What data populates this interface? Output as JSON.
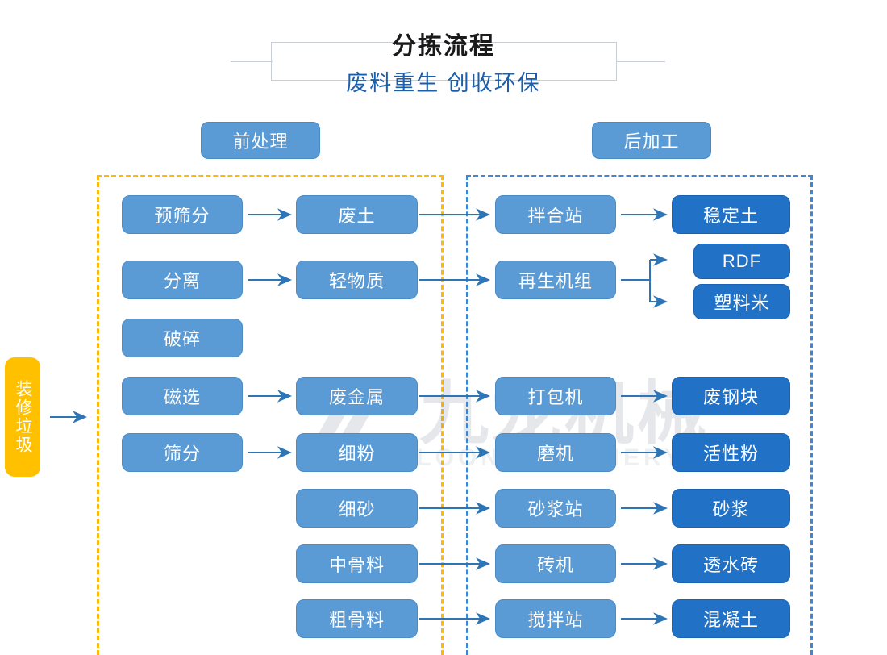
{
  "header": {
    "title": "分拣流程",
    "subtitle": "废料重生 创收环保"
  },
  "sections": {
    "pre_label": "前处理",
    "post_label": "后加工",
    "pre_border_color": "#ffb900",
    "post_border_color": "#3f87d4"
  },
  "input": {
    "label": "装修垃圾",
    "color": "#ffc000"
  },
  "watermark": {
    "cn": "九龙机械",
    "en": "KOWLOONMACHINERY"
  },
  "colors": {
    "stage_box": "#5b9bd5",
    "output_box": "#2171c7",
    "arrow": "#2e75b6",
    "title": "#1a1a1a",
    "subtitle": "#1b5fab"
  },
  "flow": {
    "rows": [
      {
        "stage": "预筛分",
        "mid": "废土",
        "machine": "拌合站",
        "output": "稳定土"
      },
      {
        "stage": "分离",
        "mid": "轻物质",
        "machine": "再生机组",
        "output": "RDF"
      },
      {
        "stage": "破碎",
        "mid": "",
        "machine": "",
        "output": "塑料米"
      },
      {
        "stage": "磁选",
        "mid": "废金属",
        "machine": "打包机",
        "output": "废钢块"
      },
      {
        "stage": "筛分",
        "mid": "细粉",
        "machine": "磨机",
        "output": "活性粉"
      },
      {
        "stage": "",
        "mid": "细砂",
        "machine": "砂浆站",
        "output": "砂浆"
      },
      {
        "stage": "",
        "mid": "中骨料",
        "machine": "砖机",
        "output": "透水砖"
      },
      {
        "stage": "",
        "mid": "粗骨料",
        "machine": "搅拌站",
        "output": "混凝土"
      }
    ]
  },
  "nodes": {
    "pre_screen": "预筛分",
    "separate": "分离",
    "crush": "破碎",
    "magnetic": "磁选",
    "sieve": "筛分",
    "waste_soil": "废土",
    "light_matter": "轻物质",
    "waste_metal": "废金属",
    "fine_powder": "细粉",
    "fine_sand": "细砂",
    "mid_aggregate": "中骨料",
    "coarse_aggregate": "粗骨料",
    "mixing_station": "拌合站",
    "regen_unit": "再生机组",
    "baler": "打包机",
    "mill": "磨机",
    "mortar_station": "砂浆站",
    "brick_machine": "砖机",
    "concrete_station": "搅拌站",
    "stabilized_soil": "稳定土",
    "rdf": "RDF",
    "plastic_pellet": "塑料米",
    "scrap_steel": "废钢块",
    "active_powder": "活性粉",
    "mortar": "砂浆",
    "permeable_brick": "透水砖",
    "concrete": "混凝土"
  }
}
